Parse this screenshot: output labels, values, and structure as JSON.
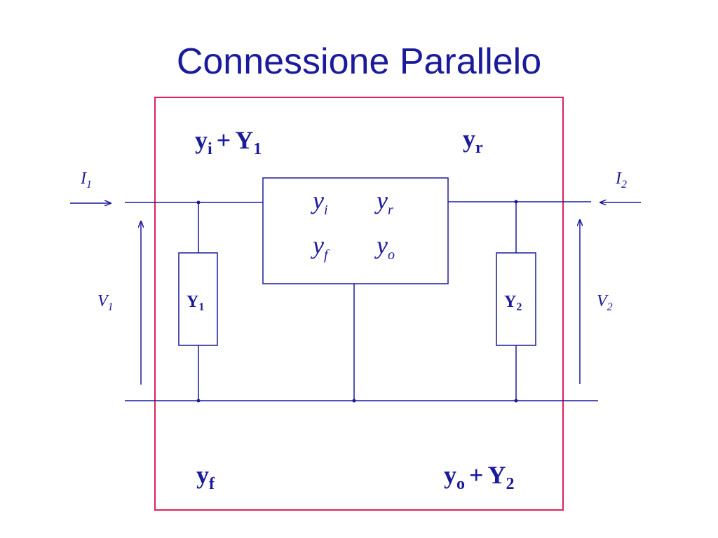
{
  "slide": {
    "title": "Connessione Parallelo"
  },
  "colors": {
    "ink": "#1a1a9c",
    "frame": "#e0205a",
    "background": "#ffffff"
  },
  "diagram": {
    "corner_labels": {
      "top_left": {
        "base": "y",
        "sub": "i",
        "op": "+",
        "base2": "Y",
        "sub2": "1"
      },
      "top_right": {
        "base": "y",
        "sub": "r"
      },
      "bottom_left": {
        "base": "y",
        "sub": "f"
      },
      "bottom_right": {
        "base": "y",
        "sub": "o",
        "op": "+",
        "base2": "Y",
        "sub2": "2"
      }
    },
    "port1": {
      "current": {
        "base": "I",
        "sub": "1"
      },
      "voltage": {
        "base": "V",
        "sub": "1"
      }
    },
    "port2": {
      "current": {
        "base": "I",
        "sub": "2"
      },
      "voltage": {
        "base": "V",
        "sub": "2"
      }
    },
    "network_box": {
      "yi": {
        "base": "y",
        "sub": "i"
      },
      "yr": {
        "base": "y",
        "sub": "r"
      },
      "yf": {
        "base": "y",
        "sub": "f"
      },
      "yo": {
        "base": "y",
        "sub": "o"
      }
    },
    "shunt_left": {
      "base": "Y",
      "sub": "1"
    },
    "shunt_right": {
      "base": "Y",
      "sub": "2"
    }
  }
}
